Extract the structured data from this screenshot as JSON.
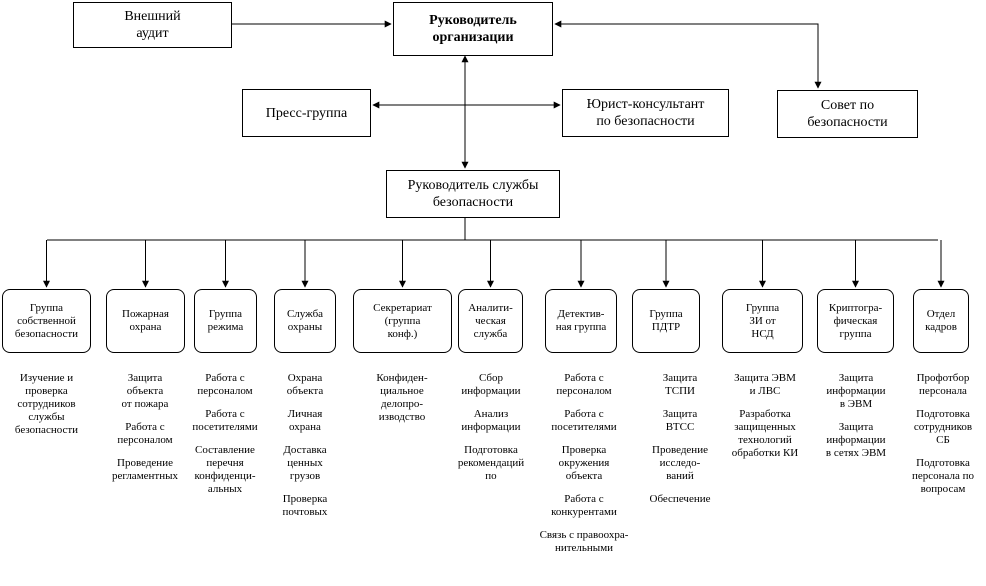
{
  "top": {
    "audit": "Внешний\nаудит",
    "head": "Руководитель\nорганизации",
    "press": "Пресс-группа",
    "lawyer": "Юрист-консультант\nпо безопасности",
    "council": "Совет по\nбезопасности",
    "sb_head": "Руководитель службы\nбезопасности"
  },
  "departments": [
    {
      "title": "Группа\nсобственной\nбезопасности",
      "functions": [
        "Изучение и\nпроверка\nсотрудников\nслужбы\nбезопасности"
      ]
    },
    {
      "title": "Пожарная\nохрана",
      "functions": [
        "Защита\nобъекта\nот пожара",
        "Работа с\nперсоналом",
        "Проведение\nрегламентных"
      ]
    },
    {
      "title": "Группа\nрежима",
      "functions": [
        "Работа с\nперсоналом",
        "Работа с\nпосетителями",
        "Составление\nперечня\nконфиденци-\nальных"
      ]
    },
    {
      "title": "Служба\nохраны",
      "functions": [
        "Охрана\nобъекта",
        "Личная\nохрана",
        "Доставка\nценных\nгрузов",
        "Проверка\nпочтовых"
      ]
    },
    {
      "title": "Секретариат\n(группа\nконф.)",
      "functions": [
        "Конфиден-\nциальное\nделопро-\nизводство"
      ]
    },
    {
      "title": "Аналити-\nческая\nслужба",
      "functions": [
        "Сбор\nинформации",
        "Анализ\nинформации",
        "Подготовка\nрекомендаций\nпо"
      ]
    },
    {
      "title": "Детектив-\nная группа",
      "functions": [
        "Работа с\nперсоналом",
        "Работа с\nпосетителями",
        "Проверка\nокружения\nобъекта",
        "Работа с\nконкурентами",
        "Связь с правоохра-\nнительными"
      ]
    },
    {
      "title": "Группа\nПДТР",
      "functions": [
        "Защита\nТСПИ",
        "Защита\nВТСС",
        "Проведение\nисследо-\nваний",
        "Обеспечение"
      ]
    },
    {
      "title": "Группа\nЗИ от\nНСД",
      "functions": [
        "Защита ЭВМ\nи ЛВС",
        "Разработка\nзащищенных\nтехнологий\nобработки КИ"
      ]
    },
    {
      "title": "Криптогра-\nфическая\nгруппа",
      "functions": [
        "Защита\nинформации\nв ЭВМ",
        "Защита\nинформации\nв сетях ЭВМ"
      ]
    },
    {
      "title": "Отдел\nкадров",
      "functions": [
        "Профотбор\nперсонала",
        "Подготовка\nсотрудников\nСБ",
        "Подготовка\nперсонала по\nвопросам"
      ]
    }
  ]
}
